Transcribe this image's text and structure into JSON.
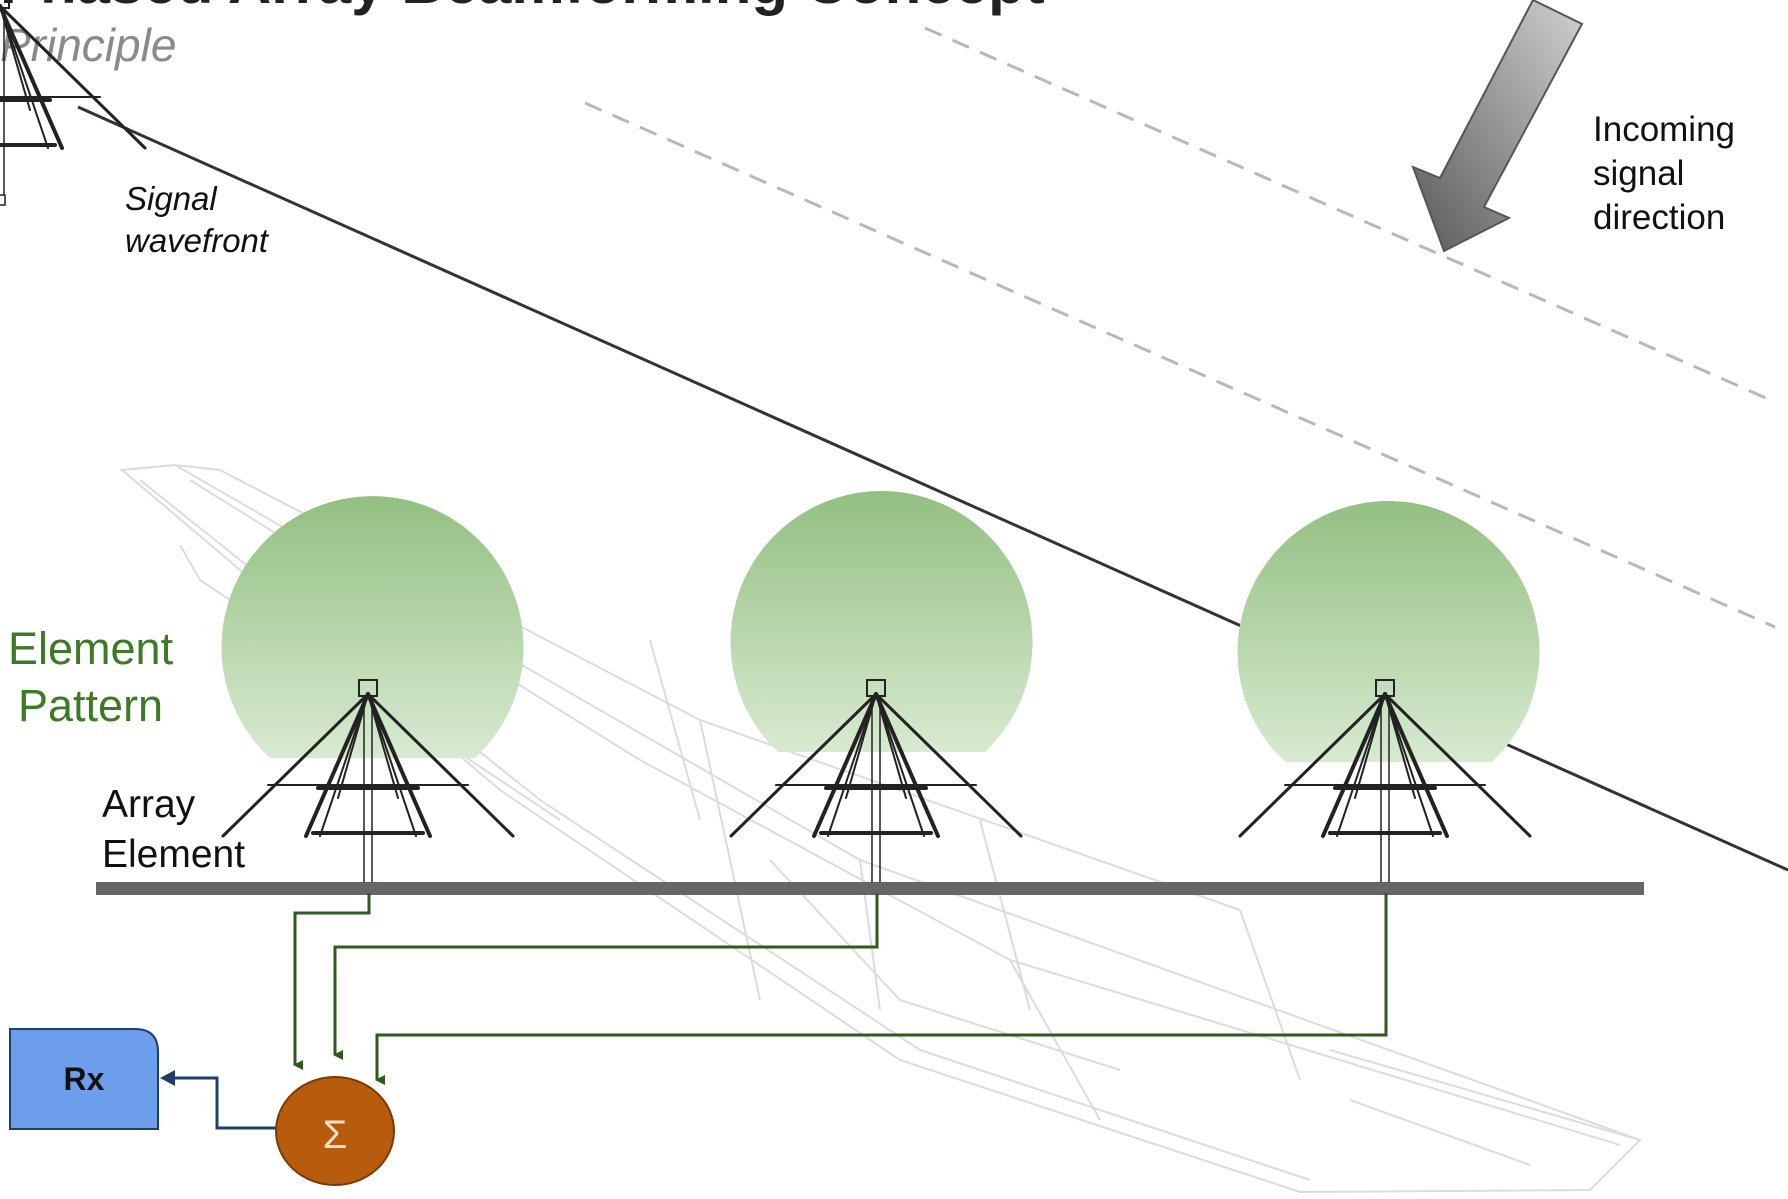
{
  "title": "Phased Array Beamforming Concept",
  "subtitle": "Principle",
  "wavefront_label": [
    "Signal",
    "wavefront"
  ],
  "incoming_label": [
    "Incoming",
    "signal",
    "direction"
  ],
  "element_pattern_label": [
    "Element",
    "Pattern"
  ],
  "array_element_label": [
    "Array",
    "Element"
  ],
  "receiver_label": "Rx",
  "summer_symbol": "Σ",
  "colors": {
    "pattern_top": "#93bf82",
    "pattern_bottom": "#d8ead1",
    "feed_line": "#2f5a1e",
    "summer_fill": "#b75b0c",
    "rx_fill": "#6d9eeb",
    "rx_line": "#1f3f66",
    "ground_plane": "#666666",
    "dashed_wavefront": "#b8b8b8",
    "element_pattern_text": "#3d7a26"
  },
  "array_element_count": 3
}
